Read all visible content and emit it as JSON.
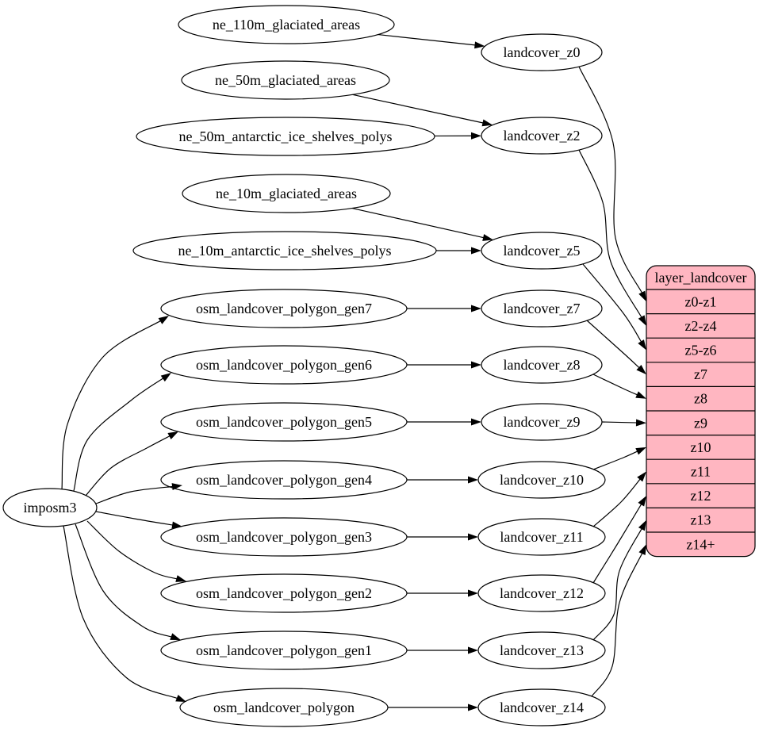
{
  "diagram": {
    "kind": "dataflow-graph",
    "colors": {
      "background": "#ffffff",
      "node_fill": "#ffffff",
      "stroke": "#000000",
      "text": "#000000",
      "table_fill": "#ffb6c1"
    },
    "nodes": [
      {
        "id": "imposm3",
        "label": "imposm3"
      },
      {
        "id": "ne_110m_glaciated_areas",
        "label": "ne_110m_glaciated_areas"
      },
      {
        "id": "ne_50m_glaciated_areas",
        "label": "ne_50m_glaciated_areas"
      },
      {
        "id": "ne_50m_antarctic_ice_shelves_polys",
        "label": "ne_50m_antarctic_ice_shelves_polys"
      },
      {
        "id": "ne_10m_glaciated_areas",
        "label": "ne_10m_glaciated_areas"
      },
      {
        "id": "ne_10m_antarctic_ice_shelves_polys",
        "label": "ne_10m_antarctic_ice_shelves_polys"
      },
      {
        "id": "osm_landcover_polygon_gen7",
        "label": "osm_landcover_polygon_gen7"
      },
      {
        "id": "osm_landcover_polygon_gen6",
        "label": "osm_landcover_polygon_gen6"
      },
      {
        "id": "osm_landcover_polygon_gen5",
        "label": "osm_landcover_polygon_gen5"
      },
      {
        "id": "osm_landcover_polygon_gen4",
        "label": "osm_landcover_polygon_gen4"
      },
      {
        "id": "osm_landcover_polygon_gen3",
        "label": "osm_landcover_polygon_gen3"
      },
      {
        "id": "osm_landcover_polygon_gen2",
        "label": "osm_landcover_polygon_gen2"
      },
      {
        "id": "osm_landcover_polygon_gen1",
        "label": "osm_landcover_polygon_gen1"
      },
      {
        "id": "osm_landcover_polygon",
        "label": "osm_landcover_polygon"
      },
      {
        "id": "landcover_z0",
        "label": "landcover_z0"
      },
      {
        "id": "landcover_z2",
        "label": "landcover_z2"
      },
      {
        "id": "landcover_z5",
        "label": "landcover_z5"
      },
      {
        "id": "landcover_z7",
        "label": "landcover_z7"
      },
      {
        "id": "landcover_z8",
        "label": "landcover_z8"
      },
      {
        "id": "landcover_z9",
        "label": "landcover_z9"
      },
      {
        "id": "landcover_z10",
        "label": "landcover_z10"
      },
      {
        "id": "landcover_z11",
        "label": "landcover_z11"
      },
      {
        "id": "landcover_z12",
        "label": "landcover_z12"
      },
      {
        "id": "landcover_z13",
        "label": "landcover_z13"
      },
      {
        "id": "landcover_z14",
        "label": "landcover_z14"
      }
    ],
    "table": {
      "id": "layer_landcover",
      "title": "layer_landcover",
      "rows": [
        "z0-z1",
        "z2-z4",
        "z5-z6",
        "z7",
        "z8",
        "z9",
        "z10",
        "z11",
        "z12",
        "z13",
        "z14+"
      ]
    },
    "edges": [
      {
        "from": "imposm3",
        "to": "osm_landcover_polygon_gen7"
      },
      {
        "from": "imposm3",
        "to": "osm_landcover_polygon_gen6"
      },
      {
        "from": "imposm3",
        "to": "osm_landcover_polygon_gen5"
      },
      {
        "from": "imposm3",
        "to": "osm_landcover_polygon_gen4"
      },
      {
        "from": "imposm3",
        "to": "osm_landcover_polygon_gen3"
      },
      {
        "from": "imposm3",
        "to": "osm_landcover_polygon_gen2"
      },
      {
        "from": "imposm3",
        "to": "osm_landcover_polygon_gen1"
      },
      {
        "from": "imposm3",
        "to": "osm_landcover_polygon"
      },
      {
        "from": "ne_110m_glaciated_areas",
        "to": "landcover_z0"
      },
      {
        "from": "ne_50m_glaciated_areas",
        "to": "landcover_z2"
      },
      {
        "from": "ne_50m_antarctic_ice_shelves_polys",
        "to": "landcover_z2"
      },
      {
        "from": "ne_10m_glaciated_areas",
        "to": "landcover_z5"
      },
      {
        "from": "ne_10m_antarctic_ice_shelves_polys",
        "to": "landcover_z5"
      },
      {
        "from": "osm_landcover_polygon_gen7",
        "to": "landcover_z7"
      },
      {
        "from": "osm_landcover_polygon_gen6",
        "to": "landcover_z8"
      },
      {
        "from": "osm_landcover_polygon_gen5",
        "to": "landcover_z9"
      },
      {
        "from": "osm_landcover_polygon_gen4",
        "to": "landcover_z10"
      },
      {
        "from": "osm_landcover_polygon_gen3",
        "to": "landcover_z11"
      },
      {
        "from": "osm_landcover_polygon_gen2",
        "to": "landcover_z12"
      },
      {
        "from": "osm_landcover_polygon_gen1",
        "to": "landcover_z13"
      },
      {
        "from": "osm_landcover_polygon",
        "to": "landcover_z14"
      },
      {
        "from": "landcover_z0",
        "to": "layer_landcover",
        "row": "z0-z1"
      },
      {
        "from": "landcover_z2",
        "to": "layer_landcover",
        "row": "z2-z4"
      },
      {
        "from": "landcover_z5",
        "to": "layer_landcover",
        "row": "z5-z6"
      },
      {
        "from": "landcover_z7",
        "to": "layer_landcover",
        "row": "z7"
      },
      {
        "from": "landcover_z8",
        "to": "layer_landcover",
        "row": "z8"
      },
      {
        "from": "landcover_z9",
        "to": "layer_landcover",
        "row": "z9"
      },
      {
        "from": "landcover_z10",
        "to": "layer_landcover",
        "row": "z10"
      },
      {
        "from": "landcover_z11",
        "to": "layer_landcover",
        "row": "z11"
      },
      {
        "from": "landcover_z12",
        "to": "layer_landcover",
        "row": "z12"
      },
      {
        "from": "landcover_z13",
        "to": "layer_landcover",
        "row": "z13"
      },
      {
        "from": "landcover_z14",
        "to": "layer_landcover",
        "row": "z14+"
      }
    ]
  }
}
